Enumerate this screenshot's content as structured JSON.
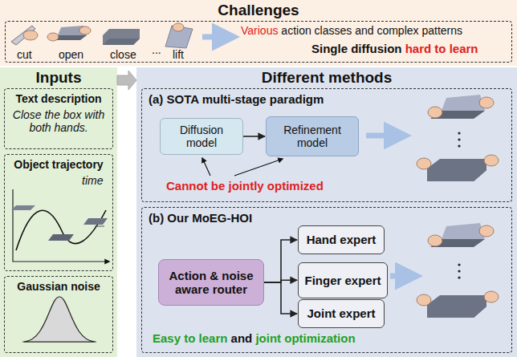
{
  "diagram": {
    "nodes": [
      {
        "text": [
          "Challenges"
        ]
      },
      {
        "text": [
          "cut",
          "open",
          "close",
          "...",
          "lift"
        ],
        "in": 0
      },
      {
        "text": [
          "Inputs"
        ]
      },
      {
        "text": [
          "Text description",
          "Close the box with both hands."
        ],
        "in": 2
      },
      {
        "text": [
          "Object trajectory",
          "time"
        ],
        "in": 2
      },
      {
        "text": [
          "Gaussian noise"
        ],
        "in": 2
      },
      {
        "text": [
          "Different methods"
        ]
      },
      {
        "text": [
          "(a) SOTA multi-stage paradigm",
          "Cannot be jointly optimized"
        ],
        "in": 6
      },
      {
        "text": [
          "Diffusion model"
        ],
        "in": 7
      },
      {
        "text": [
          "Refinement model"
        ],
        "in": 7
      },
      {
        "text": [
          "(b) Our MoEG-HOI"
        ],
        "in": 6
      },
      {
        "text": [
          "Action & noise aware router"
        ],
        "in": 10
      },
      {
        "text": [
          "Hand expert"
        ],
        "in": 10
      },
      {
        "text": [
          "Finger expert"
        ],
        "in": 10
      },
      {
        "text": [
          "Joint expert"
        ],
        "in": 10
      }
    ],
    "edges": [
      {
        "from": 2,
        "to": 6,
        "arrow": "to"
      },
      {
        "from": 8,
        "to": 9,
        "arrow": "to"
      },
      {
        "from": 11,
        "to": 12,
        "arrow": "to"
      },
      {
        "from": 11,
        "to": 13,
        "arrow": "to"
      },
      {
        "from": 11,
        "to": 14,
        "arrow": "to"
      }
    ],
    "labels": [
      "Various",
      "action classes and complex patterns",
      "Single diffusion",
      "hard to learn",
      "Easy to learn",
      "and",
      "joint optimization"
    ]
  }
}
